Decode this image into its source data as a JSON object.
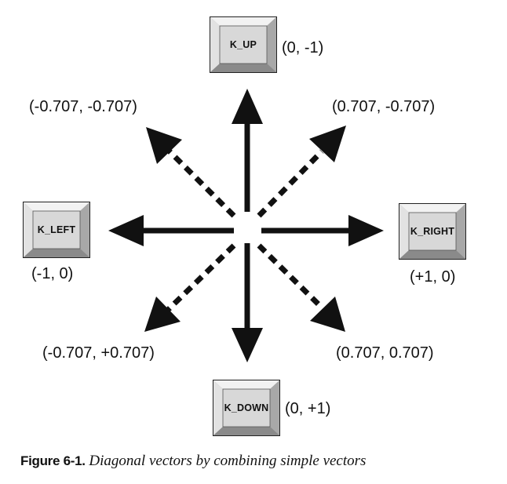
{
  "keys": {
    "up": "K_UP",
    "left": "K_LEFT",
    "right": "K_RIGHT",
    "down": "K_DOWN"
  },
  "vectors": {
    "up": "(0, -1)",
    "up_left": "(-0.707, -0.707)",
    "up_right": "(0.707, -0.707)",
    "left": "(-1, 0)",
    "right": "(+1, 0)",
    "down_left": "(-0.707, +0.707)",
    "down_right": "(0.707, 0.707)",
    "down": "(0, +1)"
  },
  "caption": {
    "label": "Figure 6-1.",
    "text": " Diagonal vectors by combining simple vectors"
  },
  "colors": {
    "key_face": "#d6d6d6",
    "key_bevel_light": "#f4f4f4",
    "key_bevel_dark": "#8c8c8c",
    "arrow": "#111111"
  }
}
